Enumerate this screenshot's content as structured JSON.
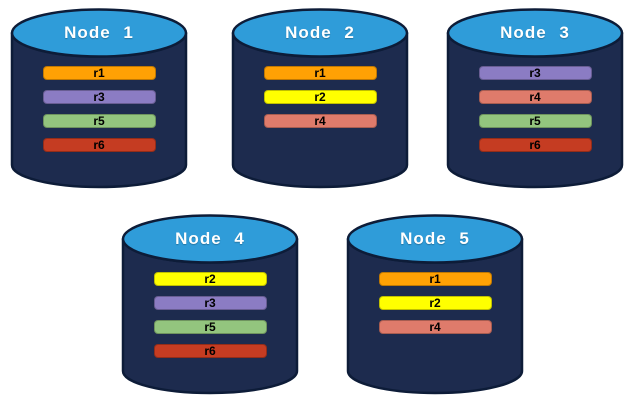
{
  "palette": {
    "page_background": "#ffffff",
    "cylinder_body": "#1d2b4e",
    "cylinder_outline": "#0d1c38",
    "cylinder_top_fill": "#2f9cd9",
    "title_text": "#ffffff",
    "bar_label_text": "#000000",
    "bar_border": "rgba(0,0,0,0.25)"
  },
  "replica_colors": {
    "r1": "#ffa104",
    "r2": "#ffff00",
    "r3": "#8b7cc3",
    "r4": "#df7b6b",
    "r5": "#93c57e",
    "r6": "#c53c22"
  },
  "nodes": [
    {
      "title": "Node 1",
      "replicas": [
        {
          "label": "r1",
          "color": "#ffa104"
        },
        {
          "label": "r3",
          "color": "#8b7cc3"
        },
        {
          "label": "r5",
          "color": "#93c57e"
        },
        {
          "label": "r6",
          "color": "#c53c22"
        }
      ]
    },
    {
      "title": "Node 2",
      "replicas": [
        {
          "label": "r1",
          "color": "#ffa104"
        },
        {
          "label": "r2",
          "color": "#ffff00"
        },
        {
          "label": "r4",
          "color": "#df7b6b"
        }
      ]
    },
    {
      "title": "Node 3",
      "replicas": [
        {
          "label": "r3",
          "color": "#8b7cc3"
        },
        {
          "label": "r4",
          "color": "#df7b6b"
        },
        {
          "label": "r5",
          "color": "#93c57e"
        },
        {
          "label": "r6",
          "color": "#c53c22"
        }
      ]
    },
    {
      "title": "Node 4",
      "replicas": [
        {
          "label": "r2",
          "color": "#ffff00"
        },
        {
          "label": "r3",
          "color": "#8b7cc3"
        },
        {
          "label": "r5",
          "color": "#93c57e"
        },
        {
          "label": "r6",
          "color": "#c53c22"
        }
      ]
    },
    {
      "title": "Node 5",
      "replicas": [
        {
          "label": "r1",
          "color": "#ffa104"
        },
        {
          "label": "r2",
          "color": "#ffff00"
        },
        {
          "label": "r4",
          "color": "#df7b6b"
        }
      ]
    }
  ]
}
